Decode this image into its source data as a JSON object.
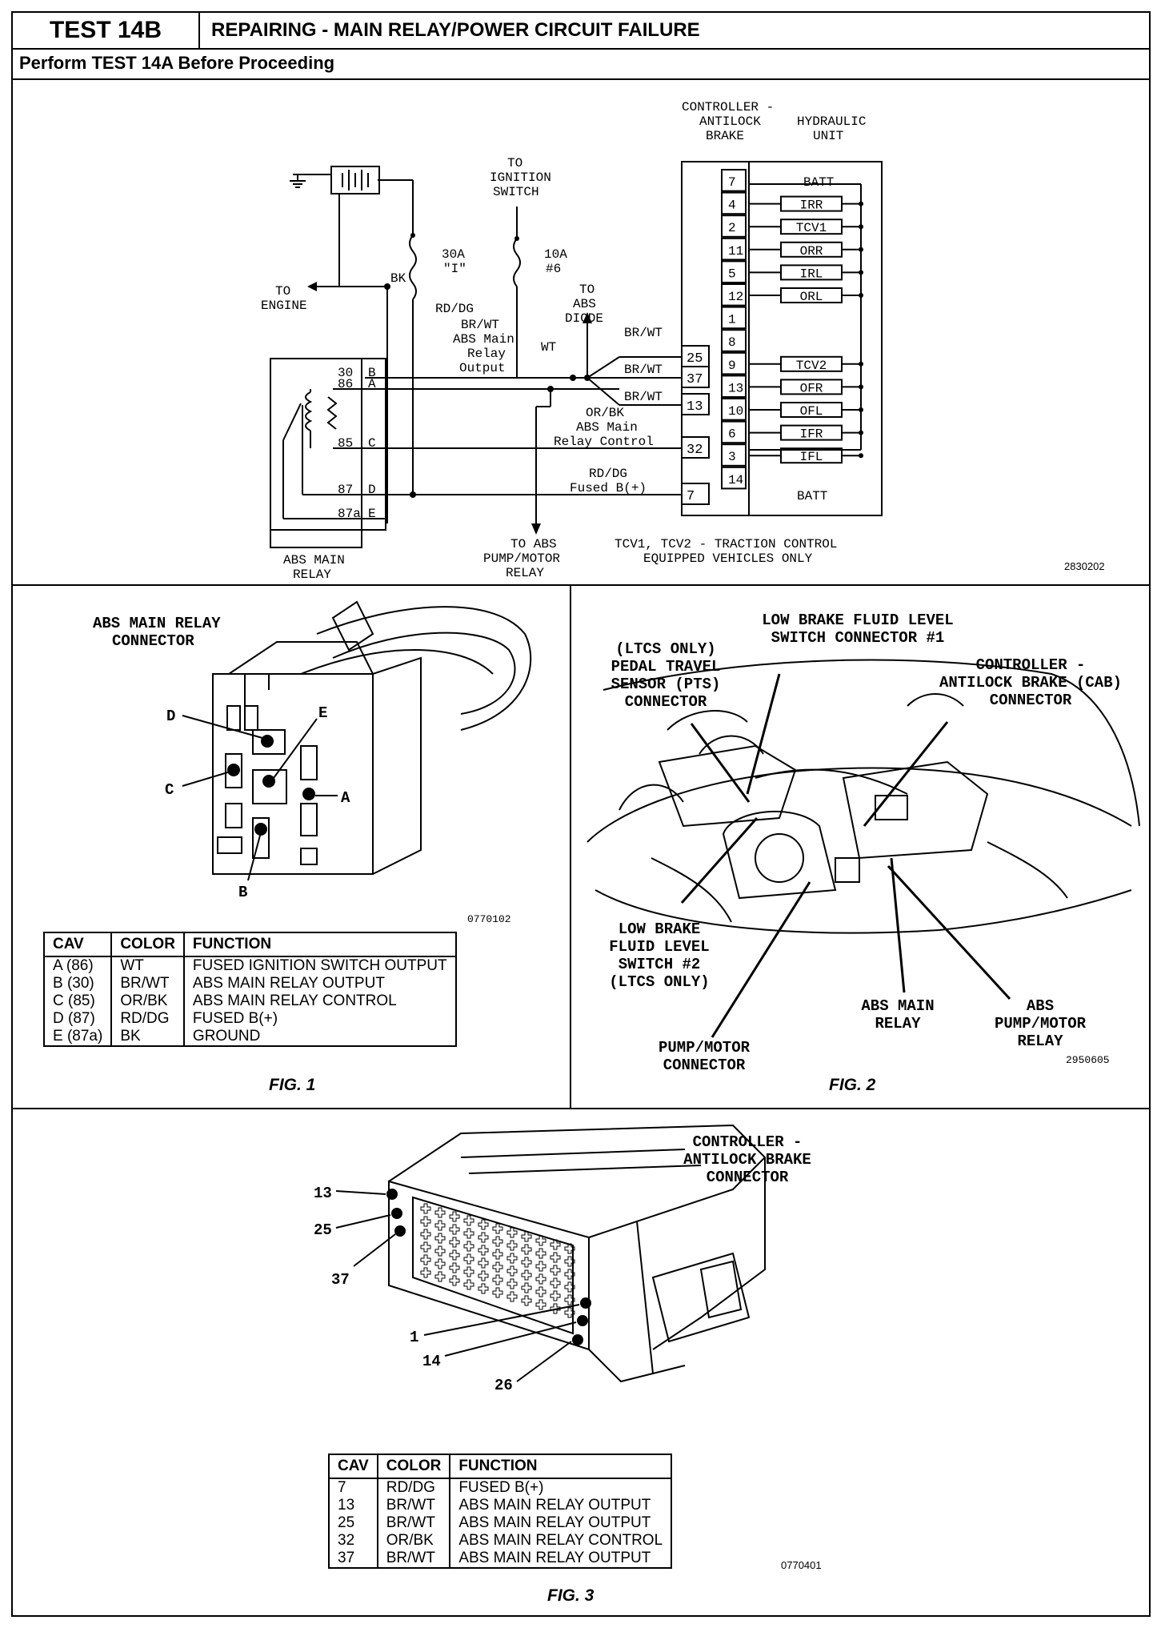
{
  "header": {
    "test_id": "TEST 14B",
    "title": "REPAIRING - MAIN RELAY/POWER CIRCUIT FAILURE",
    "subtitle": "Perform TEST 14A Before Proceeding"
  },
  "schematic": {
    "ref_no": "2830202",
    "controller_label": [
      "CONTROLLER -",
      "ANTILOCK",
      "BRAKE"
    ],
    "hydraulic_label": [
      "HYDRAULIC",
      "UNIT"
    ],
    "ignition_label": [
      "TO",
      "IGNITION",
      "SWITCH"
    ],
    "engine_label": [
      "TO",
      "ENGINE"
    ],
    "fuse_30a": [
      "30A",
      "\"I\""
    ],
    "fuse_10a": [
      "10A",
      "#6"
    ],
    "abs_diode_label": [
      "TO",
      "ABS",
      "DIODE"
    ],
    "main_relay_output_label": [
      "BR/WT",
      "ABS Main",
      "Relay",
      "Output"
    ],
    "relay_control_label": [
      "OR/BK",
      "ABS Main",
      "Relay Control"
    ],
    "fused_b_label": [
      "RD/DG",
      "Fused B(+)"
    ],
    "pump_relay_label": [
      "TO ABS",
      "PUMP/MOTOR",
      "RELAY"
    ],
    "main_relay_label": [
      "ABS MAIN",
      "RELAY"
    ],
    "traction_note": [
      "TCV1, TCV2 - TRACTION CONTROL",
      "EQUIPPED VEHICLES ONLY"
    ],
    "wire_bk": "BK",
    "wire_rddg": "RD/DG",
    "wire_wt": "WT",
    "wire_brwt": "BR/WT",
    "relay_pins": [
      {
        "num": "30",
        "letter": "B"
      },
      {
        "num": "86",
        "letter": "A"
      },
      {
        "num": "85",
        "letter": "C"
      },
      {
        "num": "87",
        "letter": "D"
      },
      {
        "num": "87a",
        "letter": "E"
      }
    ],
    "cab_pins": [
      "25",
      "37",
      "13",
      "32",
      "7"
    ],
    "hcu_pins": [
      "7",
      "4",
      "2",
      "11",
      "5",
      "12",
      "1",
      "8",
      "9",
      "13",
      "10",
      "6",
      "3",
      "14"
    ],
    "hcu_batt": "BATT",
    "solenoids": [
      "IRR",
      "TCV1",
      "ORR",
      "IRL",
      "ORL",
      "TCV2",
      "OFR",
      "OFL",
      "IFR",
      "IFL"
    ]
  },
  "fig1": {
    "caption": "FIG. 1",
    "title": [
      "ABS MAIN RELAY",
      "CONNECTOR"
    ],
    "ref_no": "0770102",
    "cavity_letters": [
      "D",
      "E",
      "C",
      "A",
      "B"
    ],
    "columns": [
      "CAV",
      "COLOR",
      "FUNCTION"
    ],
    "rows": [
      [
        "A (86)",
        "WT",
        "FUSED IGNITION SWITCH OUTPUT"
      ],
      [
        "B (30)",
        "BR/WT",
        "ABS MAIN RELAY OUTPUT"
      ],
      [
        "C (85)",
        "OR/BK",
        "ABS MAIN RELAY CONTROL"
      ],
      [
        "D (87)",
        "RD/DG",
        "FUSED B(+)"
      ],
      [
        "E (87a)",
        "BK",
        "GROUND"
      ]
    ]
  },
  "fig2": {
    "caption": "FIG. 2",
    "ref_no": "2950605",
    "labels": {
      "fluid1": [
        "LOW BRAKE FLUID LEVEL",
        "SWITCH CONNECTOR #1"
      ],
      "pts": [
        "(LTCS ONLY)",
        "PEDAL TRAVEL",
        "SENSOR (PTS)",
        "CONNECTOR"
      ],
      "cab": [
        "CONTROLLER -",
        "ANTILOCK BRAKE (CAB)",
        "CONNECTOR"
      ],
      "fluid2": [
        "LOW BRAKE",
        "FLUID LEVEL",
        "SWITCH #2",
        "(LTCS ONLY)"
      ],
      "main_relay": [
        "ABS MAIN",
        "RELAY"
      ],
      "pump_relay": [
        "ABS",
        "PUMP/MOTOR",
        "RELAY"
      ],
      "pump_conn": [
        "PUMP/MOTOR",
        "CONNECTOR"
      ]
    }
  },
  "fig3": {
    "caption": "FIG. 3",
    "title": [
      "CONTROLLER -",
      "ANTILOCK BRAKE",
      "CONNECTOR"
    ],
    "ref_no": "0770401",
    "pin_labels": [
      "13",
      "25",
      "37",
      "1",
      "14",
      "26"
    ],
    "columns": [
      "CAV",
      "COLOR",
      "FUNCTION"
    ],
    "rows": [
      [
        "7",
        "RD/DG",
        "FUSED B(+)"
      ],
      [
        "13",
        "BR/WT",
        "ABS MAIN RELAY OUTPUT"
      ],
      [
        "25",
        "BR/WT",
        "ABS MAIN RELAY OUTPUT"
      ],
      [
        "32",
        "OR/BK",
        "ABS MAIN RELAY CONTROL"
      ],
      [
        "37",
        "BR/WT",
        "ABS MAIN RELAY OUTPUT"
      ]
    ]
  }
}
